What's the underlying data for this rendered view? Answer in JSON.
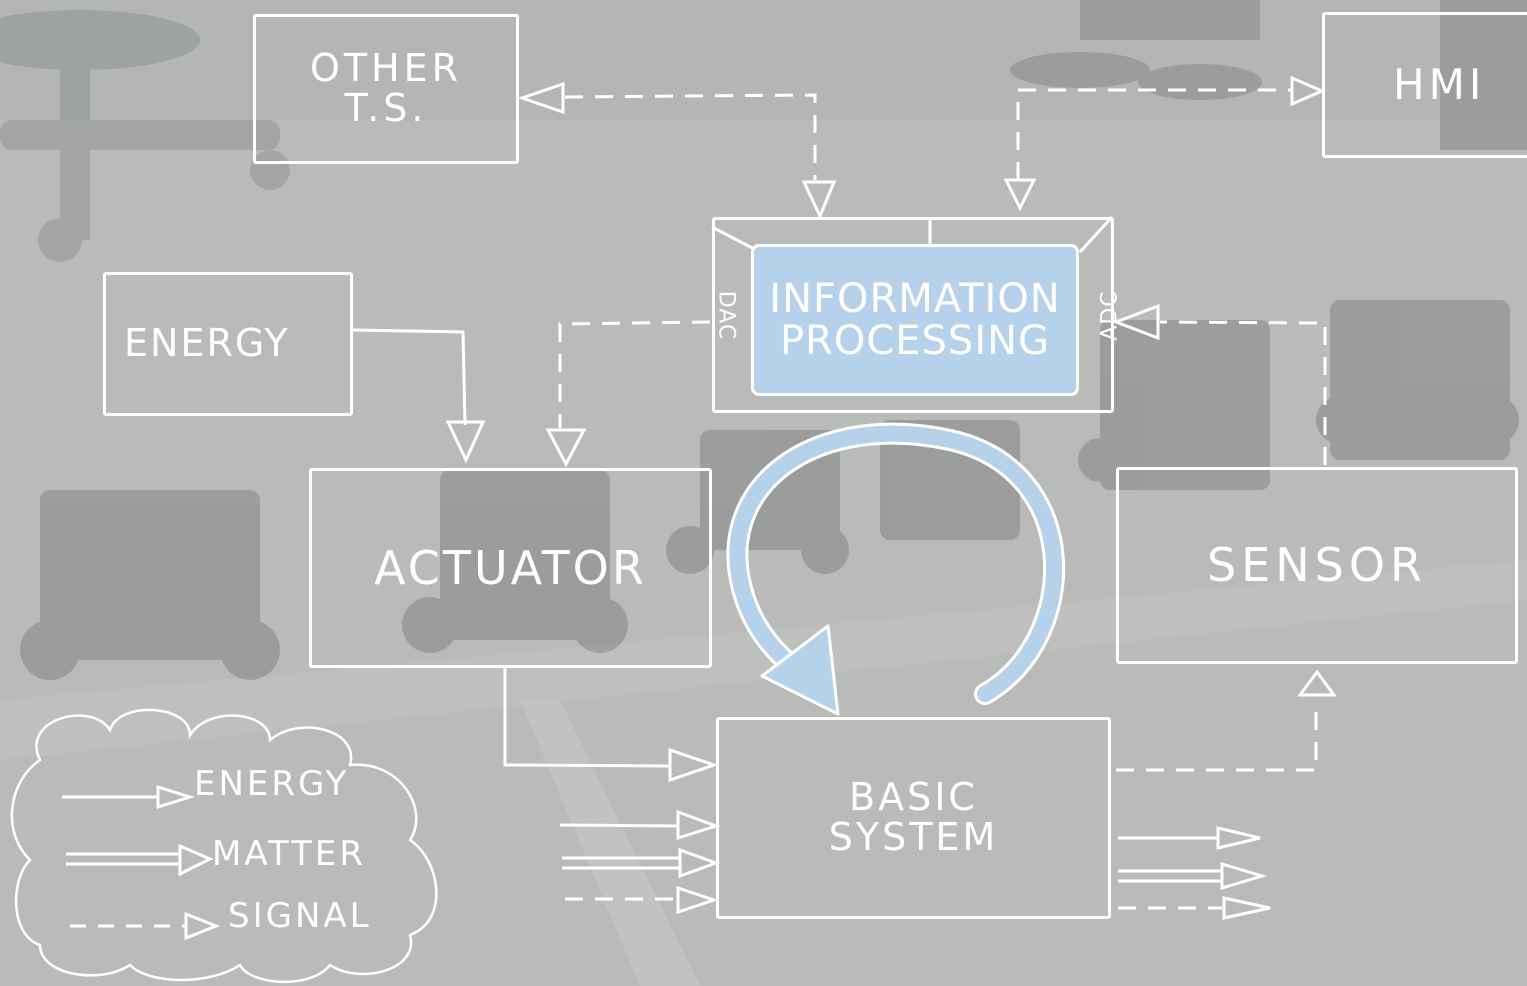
{
  "nodes": {
    "other_ts": [
      "OTHER",
      "T.S."
    ],
    "hmi": "HMI",
    "energy": "ENERGY",
    "info_processing": [
      "INFORMATION",
      "PROCESSING"
    ],
    "dac": "DAC",
    "adc": "ADC",
    "actuator": "ACTUATOR",
    "sensor": "SENSOR",
    "basic_system": [
      "BASIC",
      "SYSTEM"
    ]
  },
  "legend": {
    "energy": "ENERGY",
    "matter": "MATTER",
    "signal": "SIGNAL"
  },
  "colors": {
    "line": "#ffffff",
    "loop": "#b6d1ea",
    "background": "#b9bbb8"
  }
}
